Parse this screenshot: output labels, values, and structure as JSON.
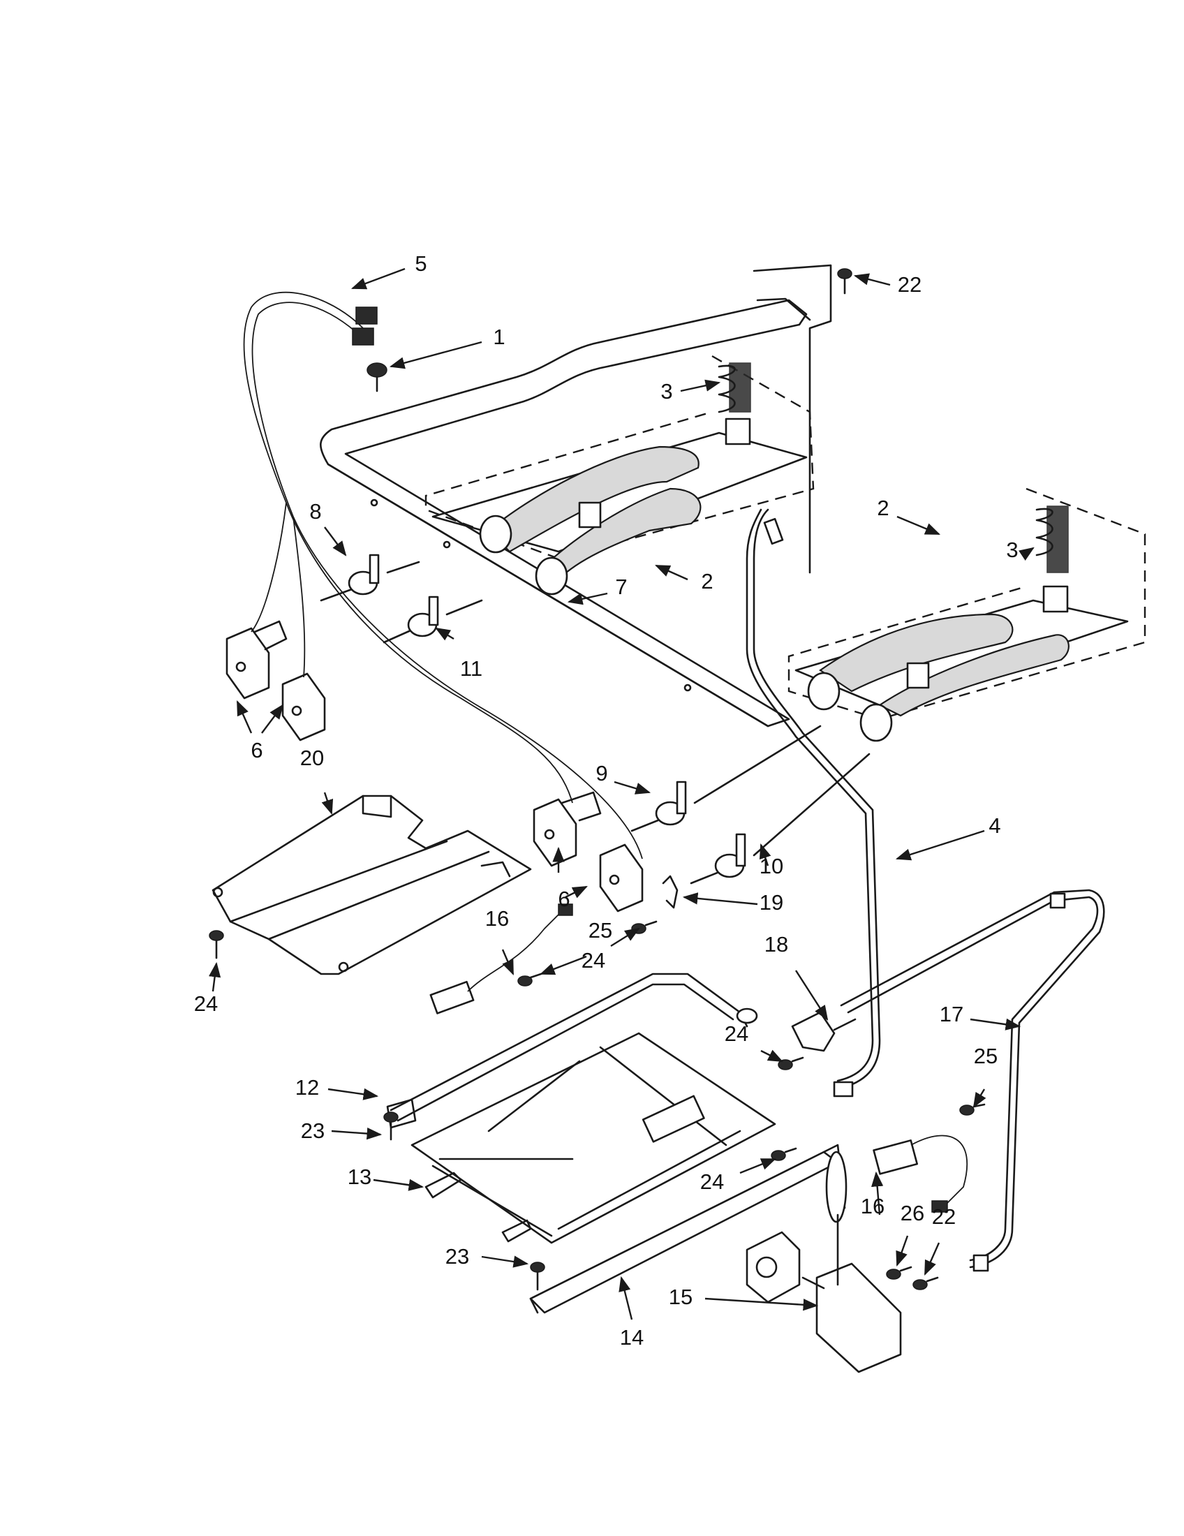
{
  "callouts": [
    {
      "id": "c1",
      "text": "1"
    },
    {
      "id": "c2a",
      "text": "2"
    },
    {
      "id": "c2b",
      "text": "2"
    },
    {
      "id": "c3a",
      "text": "3"
    },
    {
      "id": "c3b",
      "text": "3"
    },
    {
      "id": "c4",
      "text": "4"
    },
    {
      "id": "c5",
      "text": "5"
    },
    {
      "id": "c6a",
      "text": "6"
    },
    {
      "id": "c6b",
      "text": "6"
    },
    {
      "id": "c7",
      "text": "7"
    },
    {
      "id": "c8",
      "text": "8"
    },
    {
      "id": "c9",
      "text": "9"
    },
    {
      "id": "c10",
      "text": "10"
    },
    {
      "id": "c11",
      "text": "11"
    },
    {
      "id": "c12",
      "text": "12"
    },
    {
      "id": "c13",
      "text": "13"
    },
    {
      "id": "c14",
      "text": "14"
    },
    {
      "id": "c15",
      "text": "15"
    },
    {
      "id": "c16a",
      "text": "16"
    },
    {
      "id": "c16b",
      "text": "16"
    },
    {
      "id": "c17",
      "text": "17"
    },
    {
      "id": "c18",
      "text": "18"
    },
    {
      "id": "c19",
      "text": "19"
    },
    {
      "id": "c20",
      "text": "20"
    },
    {
      "id": "c22a",
      "text": "22"
    },
    {
      "id": "c22b",
      "text": "22"
    },
    {
      "id": "c23a",
      "text": "23"
    },
    {
      "id": "c23b",
      "text": "23"
    },
    {
      "id": "c24a",
      "text": "24"
    },
    {
      "id": "c24b",
      "text": "24"
    },
    {
      "id": "c24c",
      "text": "24"
    },
    {
      "id": "c24d",
      "text": "24"
    },
    {
      "id": "c25a",
      "text": "25"
    },
    {
      "id": "c25b",
      "text": "25"
    },
    {
      "id": "c26",
      "text": "26"
    }
  ]
}
